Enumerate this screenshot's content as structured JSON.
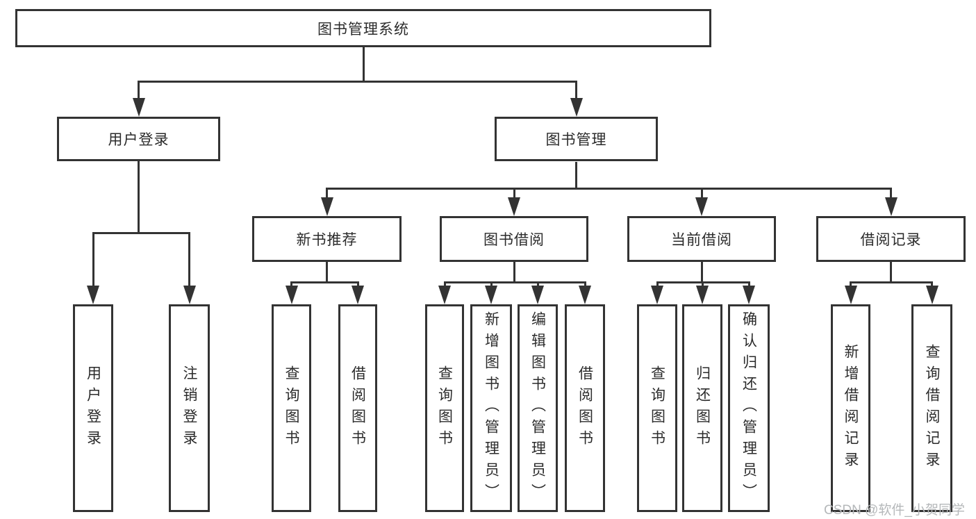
{
  "diagram_title": "图书管理系统",
  "colors": {
    "line": "#333333",
    "text": "#2b2b2b",
    "watermark": "#b5b8ba",
    "background": "#ffffff"
  },
  "tree": {
    "label": "图书管理系统",
    "children": [
      {
        "label": "用户登录",
        "children": [
          {
            "label": "用户登录"
          },
          {
            "label": "注销登录"
          }
        ]
      },
      {
        "label": "图书管理",
        "children": [
          {
            "label": "新书推荐",
            "children": [
              {
                "label": "查询图书"
              },
              {
                "label": "借阅图书"
              }
            ]
          },
          {
            "label": "图书借阅",
            "children": [
              {
                "label": "查询图书"
              },
              {
                "label": "新增图书（管理员）"
              },
              {
                "label": "编辑图书（管理员）"
              },
              {
                "label": "借阅图书"
              }
            ]
          },
          {
            "label": "当前借阅",
            "children": [
              {
                "label": "查询图书"
              },
              {
                "label": "归还图书"
              },
              {
                "label": "确认归还（管理员）"
              }
            ]
          },
          {
            "label": "借阅记录",
            "children": [
              {
                "label": "新增借阅记录"
              },
              {
                "label": "查询借阅记录"
              }
            ]
          }
        ]
      }
    ]
  },
  "watermark": {
    "text": "CSDN @软件_小贺同学"
  }
}
